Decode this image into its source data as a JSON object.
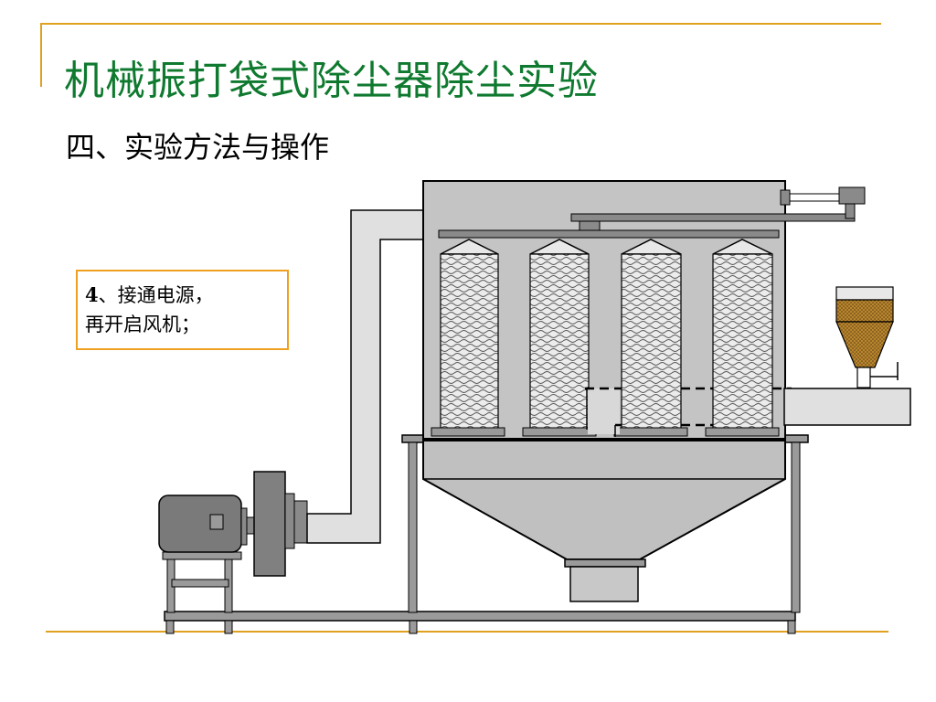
{
  "title": "机械振打袋式除尘器除尘实验",
  "subtitle": "四、实验方法与操作",
  "step": {
    "number": "4",
    "line1_rest": "、接通电源，",
    "line2": "再开启风机；"
  },
  "colors": {
    "accent_line": "#e0a020",
    "title_color": "#0f7a2f",
    "box_border": "#f0a020",
    "machine_fill": "#c0c0c0",
    "dark_part": "#808080",
    "duct_fill": "#e0e0e0",
    "hopper_dust": "#b8862e"
  }
}
